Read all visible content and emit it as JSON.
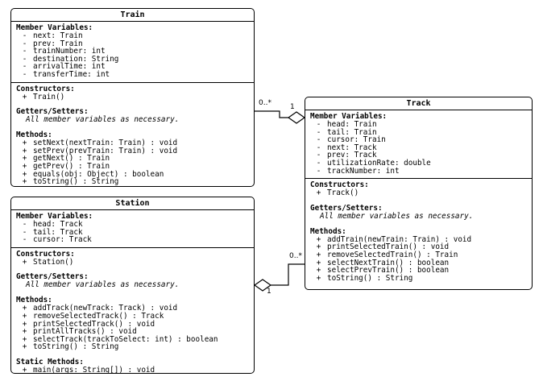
{
  "train": {
    "title": "Train",
    "member_header": "Member Variables:",
    "members": [
      {
        "sym": "-",
        "text": "next: Train"
      },
      {
        "sym": "-",
        "text": "prev: Train"
      },
      {
        "sym": "-",
        "text": "trainNumber: int"
      },
      {
        "sym": "-",
        "text": "destination: String"
      },
      {
        "sym": "-",
        "text": "arrivalTime: int"
      },
      {
        "sym": "-",
        "text": "transferTime: int"
      }
    ],
    "constructors_header": "Constructors:",
    "constructors": [
      {
        "sym": "+",
        "text": "Train()"
      }
    ],
    "getset_header": "Getters/Setters:",
    "getset_text": "All member variables as necessary.",
    "methods_header": "Methods:",
    "methods": [
      {
        "sym": "+",
        "text": "setNext(nextTrain: Train) : void"
      },
      {
        "sym": "+",
        "text": "setPrev(prevTrain: Train) : void"
      },
      {
        "sym": "+",
        "text": "getNext() : Train"
      },
      {
        "sym": "+",
        "text": "getPrev() : Train"
      },
      {
        "sym": "+",
        "text": "equals(obj: Object) : boolean"
      },
      {
        "sym": "+",
        "text": "toString() : String"
      }
    ]
  },
  "track": {
    "title": "Track",
    "member_header": "Member Variables:",
    "members": [
      {
        "sym": "-",
        "text": "head: Train"
      },
      {
        "sym": "-",
        "text": "tail: Train"
      },
      {
        "sym": "-",
        "text": "cursor: Train"
      },
      {
        "sym": "-",
        "text": "next: Track"
      },
      {
        "sym": "-",
        "text": "prev: Track"
      },
      {
        "sym": "-",
        "text": "utilizationRate: double"
      },
      {
        "sym": "-",
        "text": "trackNumber: int"
      }
    ],
    "constructors_header": "Constructors:",
    "constructors": [
      {
        "sym": "+",
        "text": "Track()"
      }
    ],
    "getset_header": "Getters/Setters:",
    "getset_text": "All member variables as necessary.",
    "methods_header": "Methods:",
    "methods": [
      {
        "sym": "+",
        "text": "addTrain(newTrain: Train) : void"
      },
      {
        "sym": "+",
        "text": "printSelectedTrain() : void"
      },
      {
        "sym": "+",
        "text": "removeSelectedTrain() : Train"
      },
      {
        "sym": "+",
        "text": "selectNextTrain() : boolean"
      },
      {
        "sym": "+",
        "text": "selectPrevTrain() : boolean"
      },
      {
        "sym": "+",
        "text": "toString() : String"
      }
    ]
  },
  "station": {
    "title": "Station",
    "member_header": "Member Variables:",
    "members": [
      {
        "sym": "-",
        "text": "head: Track"
      },
      {
        "sym": "-",
        "text": "tail: Track"
      },
      {
        "sym": "-",
        "text": "cursor: Track"
      }
    ],
    "constructors_header": "Constructors:",
    "constructors": [
      {
        "sym": "+",
        "text": "Station()"
      }
    ],
    "getset_header": "Getters/Setters:",
    "getset_text": "All member variables as necessary.",
    "methods_header": "Methods:",
    "methods": [
      {
        "sym": "+",
        "text": "addTrack(newTrack: Track) : void"
      },
      {
        "sym": "+",
        "text": "removeSelectedTrack() : Track"
      },
      {
        "sym": "+",
        "text": "printSelectedTrack() : void"
      },
      {
        "sym": "+",
        "text": "printAllTracks() : void"
      },
      {
        "sym": "+",
        "text": "selectTrack(trackToSelect: int) : boolean"
      },
      {
        "sym": "+",
        "text": "toString() : String"
      }
    ],
    "static_header": "Static Methods:",
    "static_methods": [
      {
        "sym": "+",
        "text": "main(args: String[]) : void"
      }
    ]
  },
  "relations": {
    "train_track": {
      "train_end": "0..*",
      "track_end": "1"
    },
    "track_station": {
      "track_end": "0..*",
      "station_end": "1"
    }
  }
}
